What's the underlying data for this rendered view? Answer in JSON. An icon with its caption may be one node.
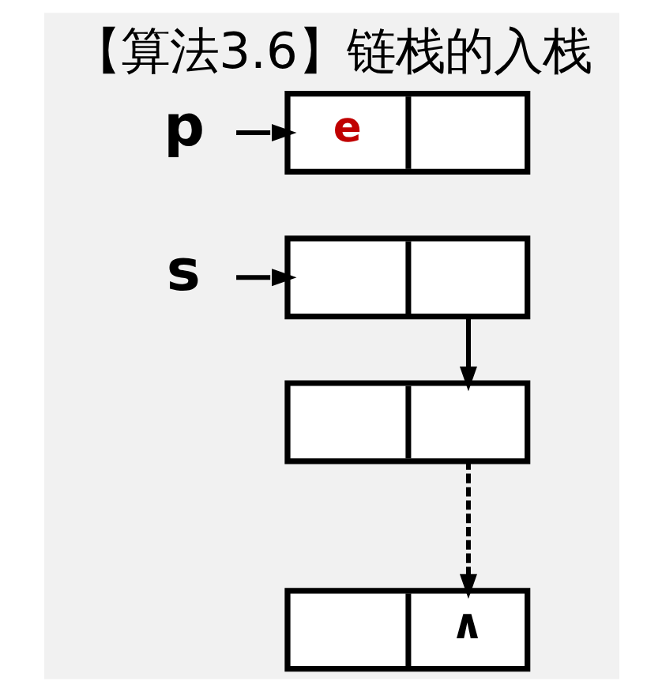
{
  "diagram": {
    "title": "【算法3.6】链栈的入栈",
    "nodes": [
      {
        "text": [
          "p"
        ]
      },
      {
        "text": [
          "e"
        ]
      },
      {
        "text": [
          "s"
        ]
      },
      {
        "text": [],
        "shape": "box"
      },
      {
        "text": [],
        "shape": "box"
      },
      {
        "text": [
          "∧"
        ]
      }
    ],
    "edges": [
      {
        "from": 0,
        "to": 1,
        "arrow": "to"
      },
      {
        "from": 2,
        "to": 3,
        "arrow": "to"
      },
      {
        "from": 3,
        "to": 4,
        "arrow": "to"
      },
      {
        "from": 4,
        "to": 5,
        "arrow": "to",
        "style": "dashed"
      }
    ]
  }
}
